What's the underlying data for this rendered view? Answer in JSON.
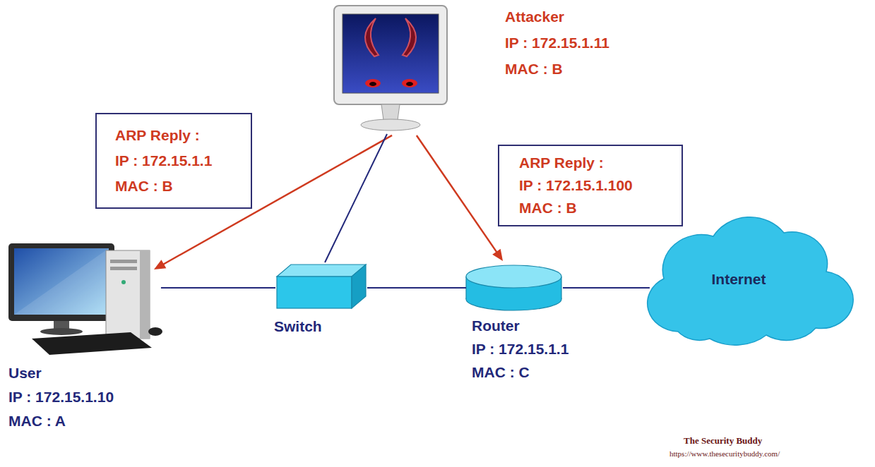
{
  "diagram": {
    "nodes": [
      {
        "text": [
          "Attacker",
          "IP : 172.15.1.11",
          "MAC : B"
        ]
      },
      {
        "text": [
          "ARP Reply :",
          "IP : 172.15.1.1",
          "MAC : B"
        ]
      },
      {
        "text": [
          "ARP Reply :",
          "IP : 172.15.1.100",
          "MAC : B"
        ]
      },
      {
        "text": [
          "User",
          "IP : 172.15.1.10",
          "MAC : A"
        ]
      },
      {
        "text": [
          "Switch"
        ]
      },
      {
        "text": [
          "Router",
          "IP : 172.15.1.1",
          "MAC : C"
        ]
      },
      {
        "text": [
          "Internet"
        ]
      }
    ],
    "edges": [
      {
        "from": 0,
        "to": 3,
        "arrow": "to"
      },
      {
        "from": 0,
        "to": 4,
        "arrow": "none"
      },
      {
        "from": 0,
        "to": 5,
        "arrow": "to"
      },
      {
        "from": 3,
        "to": 4,
        "arrow": "none"
      },
      {
        "from": 4,
        "to": 5,
        "arrow": "none"
      },
      {
        "from": 5,
        "to": 6,
        "arrow": "none"
      }
    ],
    "labels": [
      "The Security Buddy",
      "https://www.thesecuritybuddy.com/"
    ]
  }
}
